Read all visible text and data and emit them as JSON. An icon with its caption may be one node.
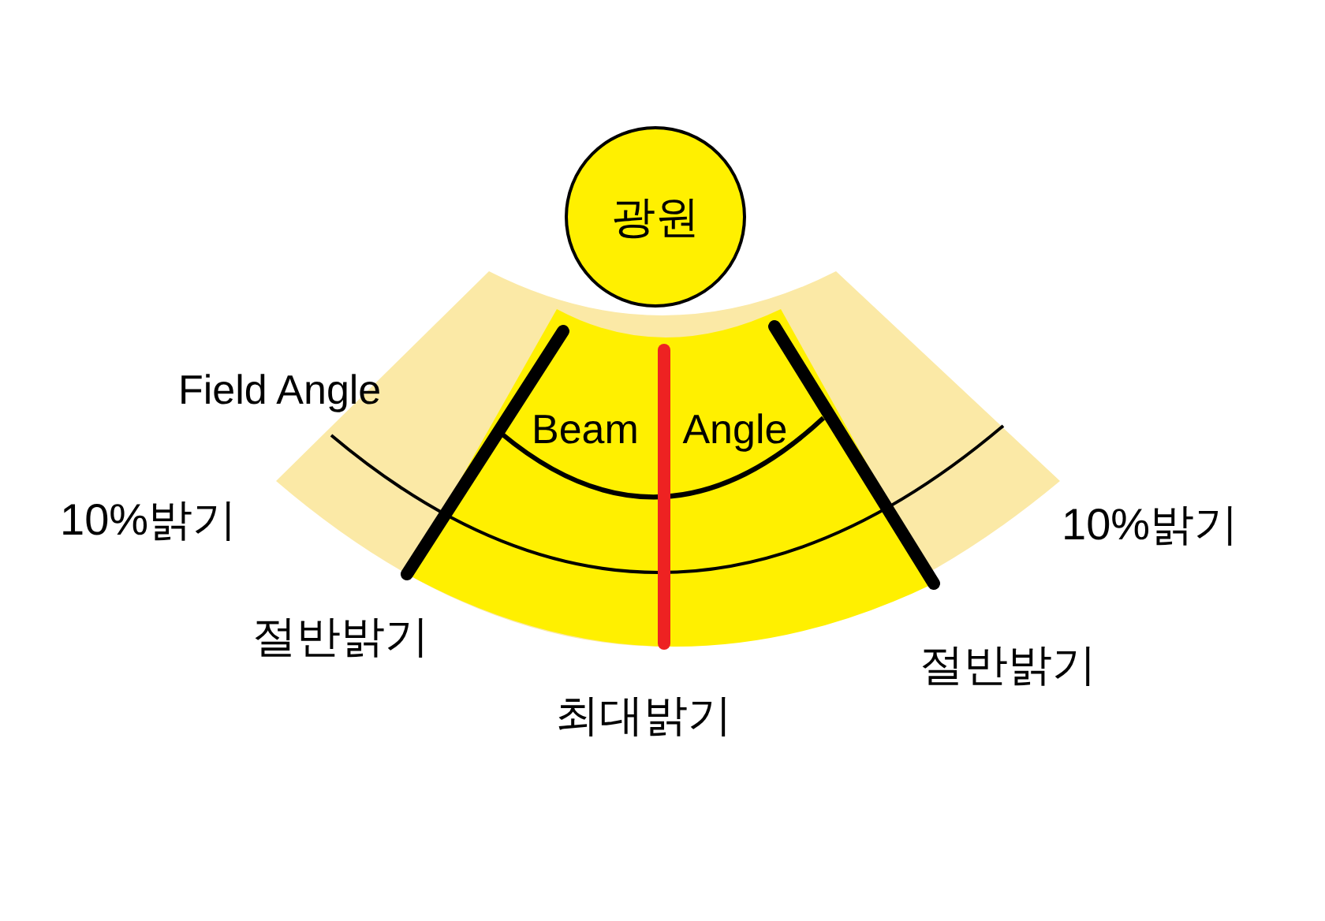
{
  "diagram": {
    "nodes": [
      {
        "text": [
          "광원"
        ]
      }
    ],
    "labels": [
      "Field Angle",
      "Beam Angle",
      "10%밝기",
      "10%밝기",
      "절반밝기",
      "절반밝기",
      "최대밝기"
    ]
  }
}
